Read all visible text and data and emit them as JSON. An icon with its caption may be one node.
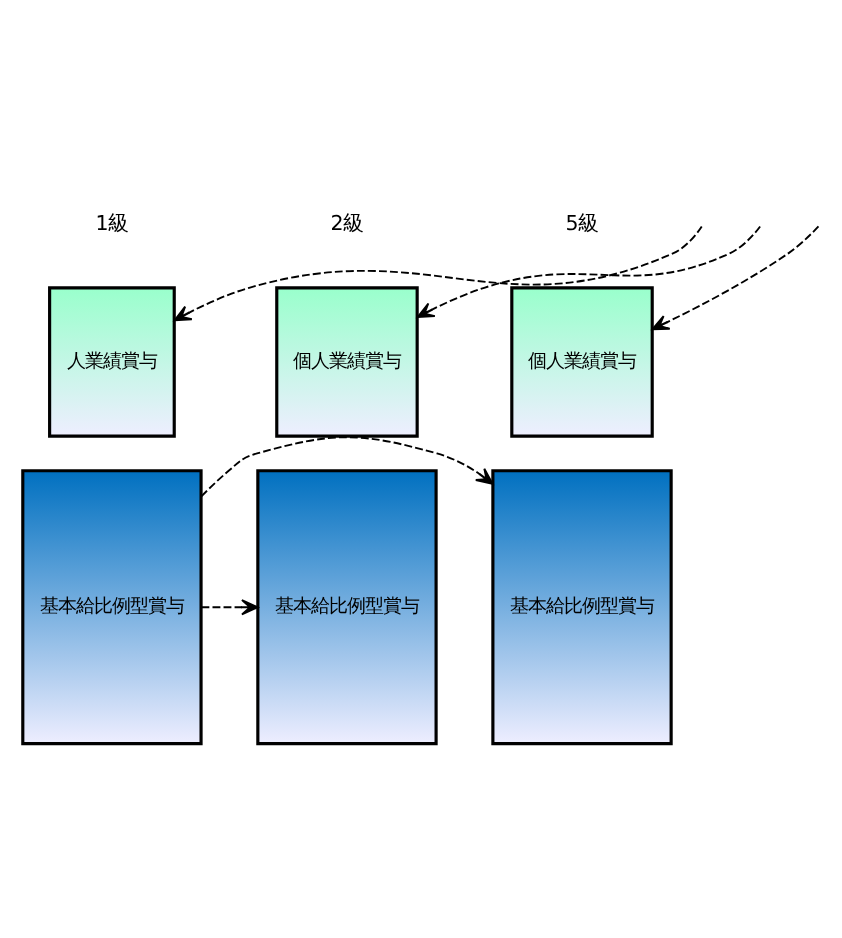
{
  "diagram": {
    "nodes": [
      {
        "text": [
          "人業績賞与"
        ]
      },
      {
        "text": [
          "基本給比例型賞与"
        ]
      },
      {
        "text": [
          "個人業績賞与"
        ]
      },
      {
        "text": [
          "基本給比例型賞与"
        ]
      },
      {
        "text": [
          "個人業績賞与"
        ]
      },
      {
        "text": [
          "基本給比例型賞与"
        ]
      }
    ],
    "edges": [
      {
        "from": null,
        "to": 0,
        "arrow": "to",
        "style": "dashed"
      },
      {
        "from": null,
        "to": 2,
        "arrow": "to",
        "style": "dashed"
      },
      {
        "from": null,
        "to": 4,
        "arrow": "to",
        "style": "dashed"
      },
      {
        "from": 1,
        "to": 3,
        "arrow": "to",
        "style": "dashed"
      },
      {
        "from": 1,
        "to": 5,
        "arrow": "to",
        "style": "dashed"
      }
    ],
    "labels": [
      "1級",
      "2級",
      "5級"
    ]
  }
}
